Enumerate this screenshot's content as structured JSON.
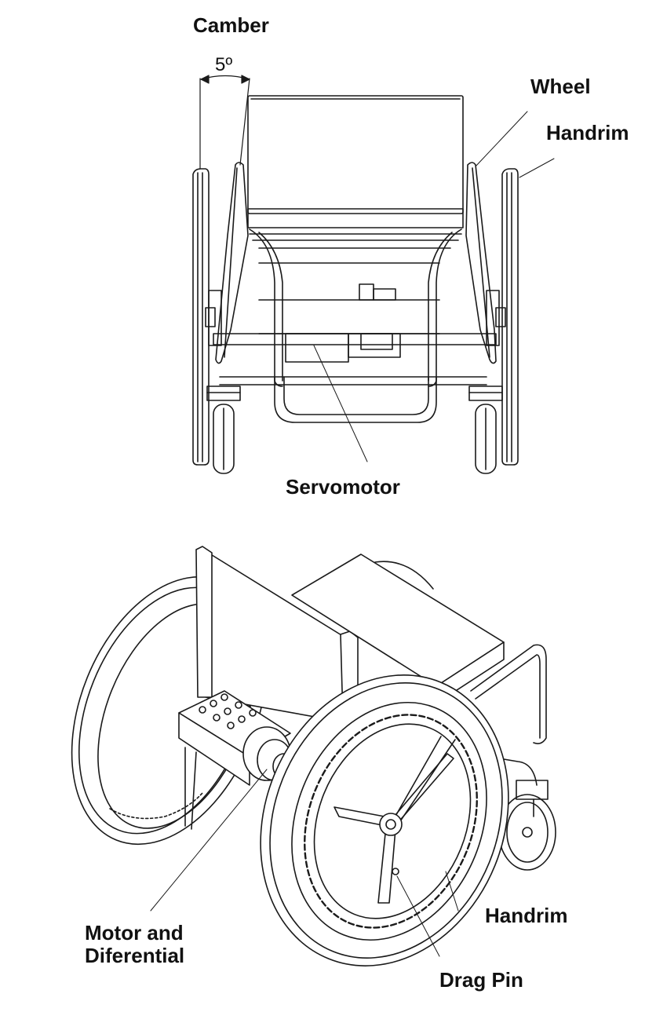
{
  "front_view": {
    "camber_label": "Camber",
    "camber_angle": "5º",
    "wheel_label": "Wheel",
    "handrim_label": "Handrim",
    "servomotor_label": "Servomotor"
  },
  "iso_view": {
    "motor_label": "Motor and\nDiferential",
    "handrim_label": "Handrim",
    "drag_pin_label": "Drag Pin"
  },
  "colors": {
    "line": "#1a1a1a",
    "fill": "#ffffff"
  }
}
